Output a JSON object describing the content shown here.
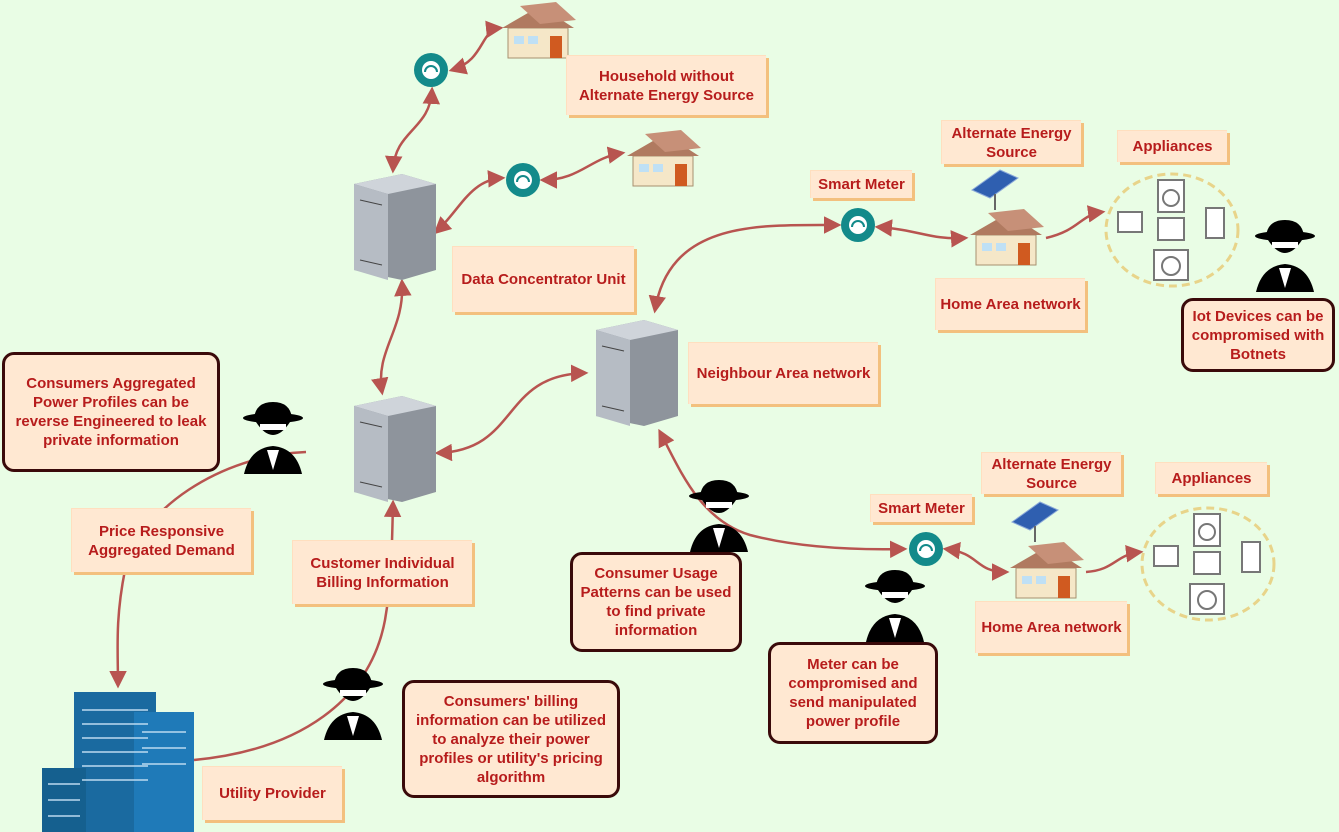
{
  "labels": {
    "household_no_alt": "Household without Alternate Energy Source",
    "dcu": "Data Concentrator Unit",
    "nan": "Neighbour Area network",
    "alt_energy_1": "Alternate Energy Source",
    "appliances_1": "Appliances",
    "smart_meter_1": "Smart Meter",
    "han_1": "Home Area network",
    "alt_energy_2": "Alternate Energy Source",
    "appliances_2": "Appliances",
    "smart_meter_2": "Smart Meter",
    "han_2": "Home Area network",
    "price_demand": "Price Responsive Aggregated Demand",
    "customer_billing": "Customer Individual Billing Information",
    "utility_provider": "Utility Provider"
  },
  "notes": {
    "aggregated_profiles": "Consumers Aggregated Power Profiles can be reverse Engineered to leak private information",
    "iot_botnets": "Iot Devices can be compromised with Botnets",
    "usage_patterns": "Consumer Usage Patterns can be used to find private information",
    "meter_compromised": "Meter can be compromised and send manipulated power profile",
    "billing_analysis": "Consumers' billing information can be utilized to analyze their power profiles or utility's pricing algorithm"
  },
  "colors": {
    "background": "#e9fde5",
    "arrow": "#b85450",
    "label_fill": "#ffe8d2",
    "text": "#b71c1c",
    "meter": "#138a8a",
    "building": "#1a6aa0"
  }
}
